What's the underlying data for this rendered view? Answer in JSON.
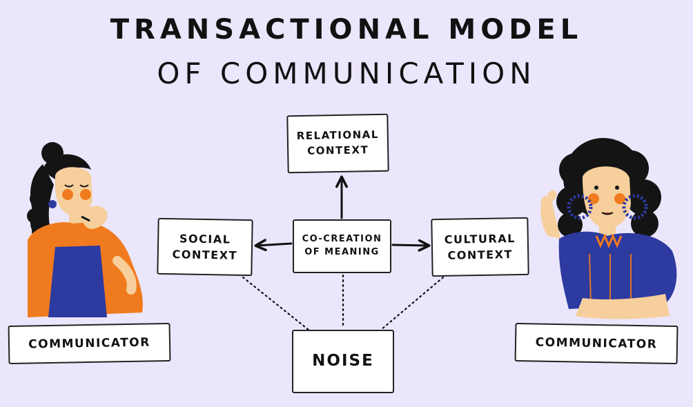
{
  "title": {
    "line1": "TRANSACTIONAL MODEL",
    "line2": "OF COMMUNICATION"
  },
  "nodes": {
    "relational_context": [
      "RELATIONAL",
      "CONTEXT"
    ],
    "social_context": [
      "SOCIAL",
      "CONTEXT"
    ],
    "co_creation": [
      "CO-CREATION",
      "OF MEANING"
    ],
    "cultural_context": [
      "CULTURAL",
      "CONTEXT"
    ],
    "noise": "NOISE"
  },
  "communicators": {
    "left": "COMMUNICATOR",
    "right": "COMMUNICATOR"
  },
  "colors": {
    "background": "#ebe6fb",
    "orange": "#f07b1f",
    "blue": "#2d3aa0",
    "skin": "#f6cf9c",
    "hair": "#141414"
  }
}
